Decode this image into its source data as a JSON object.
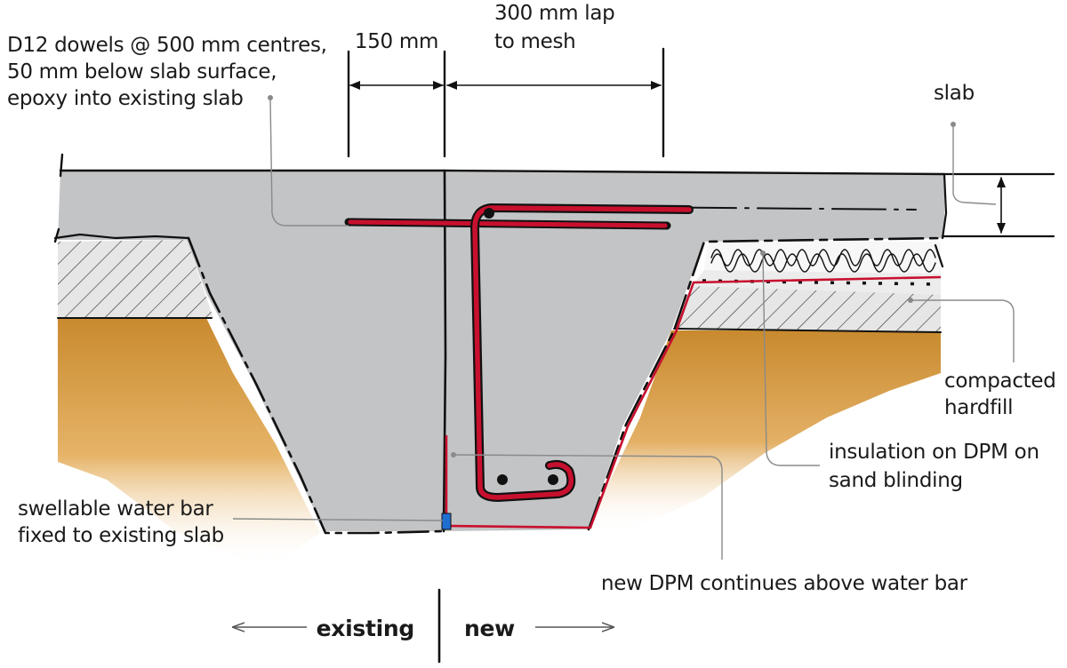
{
  "labels": {
    "dowels": [
      "D12 dowels @ 500 mm centres,",
      "50 mm below slab surface,",
      "epoxy into existing slab"
    ],
    "dim_150": "150 mm",
    "dim_300": [
      "300 mm lap",
      "to mesh"
    ],
    "slab": "slab",
    "hardfill": [
      "compacted",
      "hardfill"
    ],
    "insulation": [
      "insulation on DPM on",
      "sand blinding"
    ],
    "waterbar": [
      "swellable water bar",
      "fixed to existing slab"
    ],
    "dpm": "new DPM continues above water bar",
    "existing": "existing",
    "new": "new"
  },
  "colors": {
    "concrete": "#c3c4c6",
    "rebar": "#c8102e",
    "soil": "#d9a04a",
    "hardfill": "#e4e4e4",
    "insulation": "#f2f2f2",
    "water_bar": "#1f6fd1",
    "leader": "#8a8a8a"
  }
}
